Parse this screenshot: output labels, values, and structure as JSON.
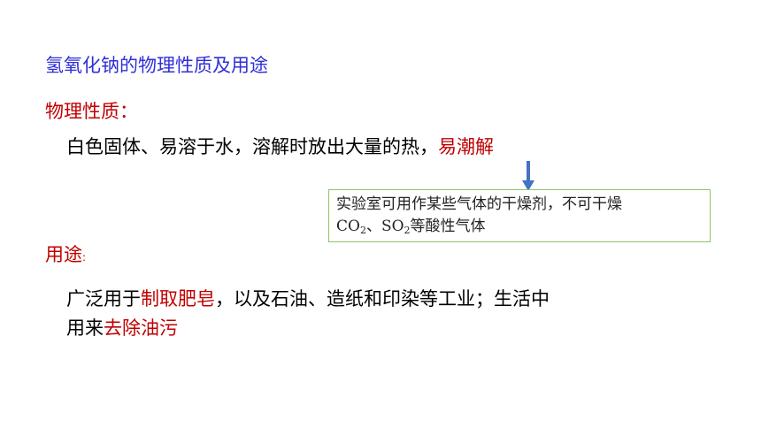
{
  "title": "氢氧化钠的物理性质及用途",
  "properties": {
    "heading": "物理性质：",
    "text_plain": "白色固体、易溶于水，溶解时放出大量的热，",
    "text_highlight": "易潮解"
  },
  "note": {
    "line1": "实验室可用作某些气体的干燥剂，不可干燥",
    "co": "CO",
    "sub2": "2",
    "sep": "、",
    "so": "SO",
    "tail": "等酸性气体"
  },
  "uses": {
    "heading": "用途",
    "colon": ":",
    "line1_a": "广泛用于",
    "line1_b": "制取肥皂",
    "line1_c": "，以及石油、造纸和印染等工业；生活中",
    "line2_a": "用来",
    "line2_b": "去除油污"
  },
  "colors": {
    "title_blue": "#2f2fd8",
    "accent_red": "#c00000",
    "arrow_blue": "#4472c4",
    "note_border_green": "#8fc36a"
  }
}
